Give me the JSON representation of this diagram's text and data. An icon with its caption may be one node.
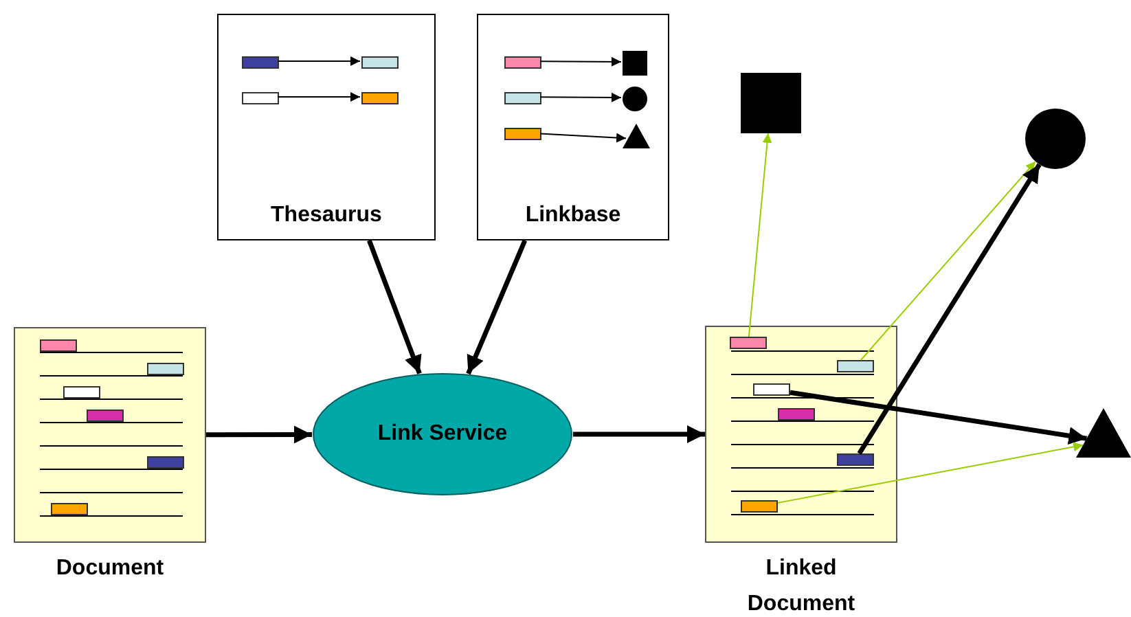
{
  "diagram": {
    "nodes": [
      {
        "text": [
          "Thesaurus"
        ]
      },
      {
        "text": [],
        "shape": "bar",
        "in": 0
      },
      {
        "text": [],
        "shape": "bar",
        "in": 0
      },
      {
        "text": [],
        "shape": "bar",
        "in": 0
      },
      {
        "text": [],
        "shape": "bar",
        "in": 0
      },
      {
        "text": [
          "Linkbase"
        ]
      },
      {
        "text": [],
        "shape": "bar",
        "in": 5
      },
      {
        "text": [],
        "shape": "box",
        "in": 5
      },
      {
        "text": [],
        "shape": "bar",
        "in": 5
      },
      {
        "text": [],
        "shape": "circle",
        "in": 5
      },
      {
        "text": [],
        "shape": "bar",
        "in": 5
      },
      {
        "text": [],
        "shape": "triangle",
        "in": 5
      },
      {
        "text": [
          "Document"
        ]
      },
      {
        "text": [
          "Link Service"
        ]
      },
      {
        "text": [
          "Linked Document"
        ]
      },
      {
        "text": [],
        "shape": "bar",
        "in": 14
      },
      {
        "text": [],
        "shape": "bar",
        "in": 14
      },
      {
        "text": [],
        "shape": "bar",
        "in": 14
      },
      {
        "text": [],
        "shape": "bar",
        "in": 14
      },
      {
        "text": [],
        "shape": "bar",
        "in": 14
      },
      {
        "text": [],
        "shape": "box"
      },
      {
        "text": [],
        "shape": "circle"
      },
      {
        "text": [],
        "shape": "triangle"
      }
    ],
    "edges": [
      {
        "from": 1,
        "to": 2,
        "arrow": "to"
      },
      {
        "from": 3,
        "to": 4,
        "arrow": "to"
      },
      {
        "from": 6,
        "to": 7,
        "arrow": "to"
      },
      {
        "from": 8,
        "to": 9,
        "arrow": "to"
      },
      {
        "from": 10,
        "to": 11,
        "arrow": "to"
      },
      {
        "from": 0,
        "to": 13,
        "arrow": "to",
        "style": "thick"
      },
      {
        "from": 5,
        "to": 13,
        "arrow": "to",
        "style": "thick"
      },
      {
        "from": 12,
        "to": 13,
        "arrow": "to",
        "style": "thick"
      },
      {
        "from": 13,
        "to": 14,
        "arrow": "to",
        "style": "thick"
      },
      {
        "from": 15,
        "to": 20,
        "arrow": "to",
        "color": "#99cc00"
      },
      {
        "from": 16,
        "to": 21,
        "arrow": "to",
        "color": "#99cc00"
      },
      {
        "from": 17,
        "to": 22,
        "arrow": "to",
        "style": "thick"
      },
      {
        "from": 18,
        "to": 21,
        "arrow": "to",
        "style": "thick"
      },
      {
        "from": 19,
        "to": 22,
        "arrow": "to",
        "color": "#99cc00"
      }
    ]
  }
}
